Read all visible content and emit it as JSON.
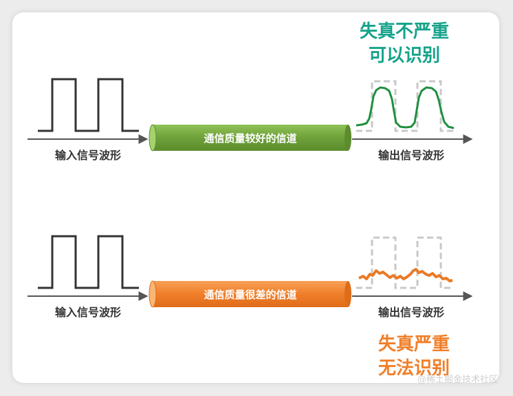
{
  "top": {
    "input_label": "输入信号波形",
    "channel_label": "通信质量较好的信道",
    "output_label": "输出信号波形",
    "verdict_line1": "失真不严重",
    "verdict_line2": "可以识别"
  },
  "bottom": {
    "input_label": "输入信号波形",
    "channel_label": "通信质量很差的信道",
    "output_label": "输出信号波形",
    "verdict_line1": "失真严重",
    "verdict_line2": "无法识别"
  },
  "watermark": "@稀土掘金技术社区",
  "colors": {
    "good_channel": "#74a73e",
    "bad_channel": "#f07f2a",
    "good_text": "#15a38a",
    "bad_text": "#f07f2a",
    "good_wave": "#1f8f3f",
    "bad_wave": "#ea7a25",
    "reference_wave": "#c8c8c8",
    "arrow": "#555555"
  }
}
